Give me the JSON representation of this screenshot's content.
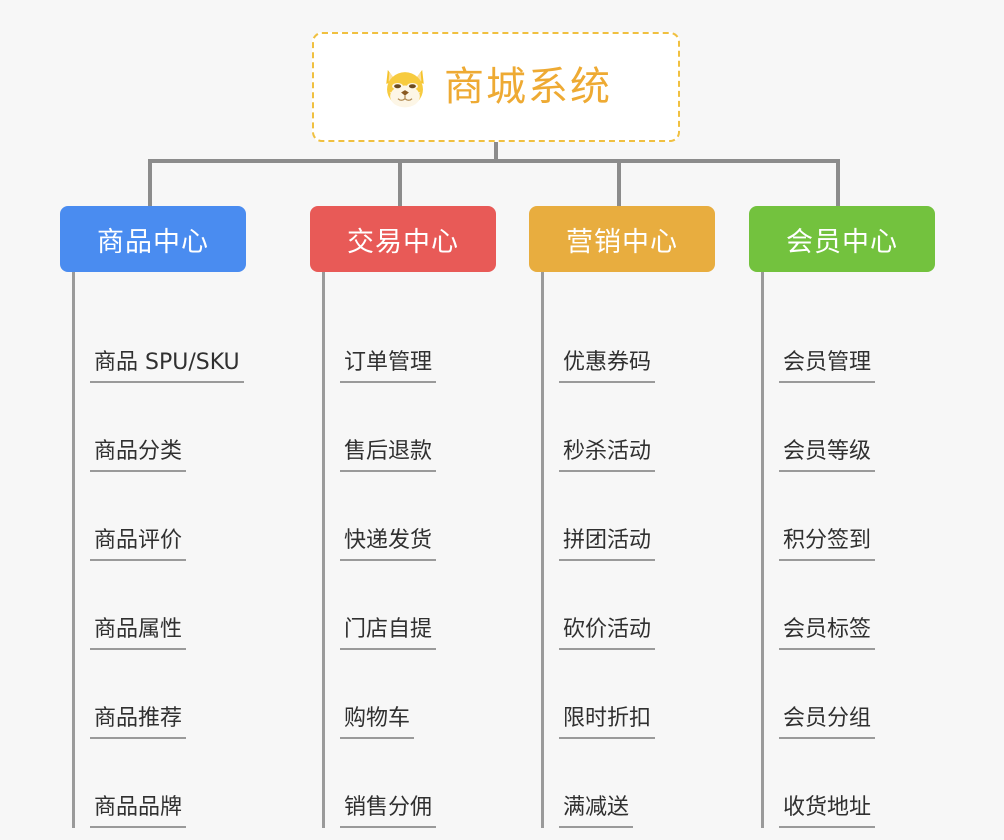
{
  "root": {
    "title": "商城系统",
    "icon": "shiba-inu-dog-face-icon",
    "border_color": "#f0c040",
    "title_color": "#eeaa33"
  },
  "connector_color": "#8c8c8c",
  "leaf_text_color": "#303030",
  "leaf_underline_color": "#9a9a9a",
  "columns": [
    {
      "label": "商品中心",
      "color": "#4a8cf0",
      "items": [
        {
          "label": "商品 SPU/SKU"
        },
        {
          "label": "商品分类"
        },
        {
          "label": "商品评价"
        },
        {
          "label": "商品属性"
        },
        {
          "label": "商品推荐"
        },
        {
          "label": "商品品牌"
        }
      ]
    },
    {
      "label": "交易中心",
      "color": "#e85a57",
      "items": [
        {
          "label": "订单管理"
        },
        {
          "label": "售后退款"
        },
        {
          "label": "快递发货"
        },
        {
          "label": "门店自提"
        },
        {
          "label": "购物车"
        },
        {
          "label": "销售分佣"
        }
      ]
    },
    {
      "label": "营销中心",
      "color": "#e8ad3f",
      "items": [
        {
          "label": "优惠券码"
        },
        {
          "label": "秒杀活动"
        },
        {
          "label": "拼团活动"
        },
        {
          "label": "砍价活动"
        },
        {
          "label": "限时折扣"
        },
        {
          "label": "满减送"
        }
      ]
    },
    {
      "label": "会员中心",
      "color": "#73c23e",
      "items": [
        {
          "label": "会员管理"
        },
        {
          "label": "会员等级"
        },
        {
          "label": "积分签到"
        },
        {
          "label": "会员标签"
        },
        {
          "label": "会员分组"
        },
        {
          "label": "收货地址"
        }
      ]
    }
  ]
}
